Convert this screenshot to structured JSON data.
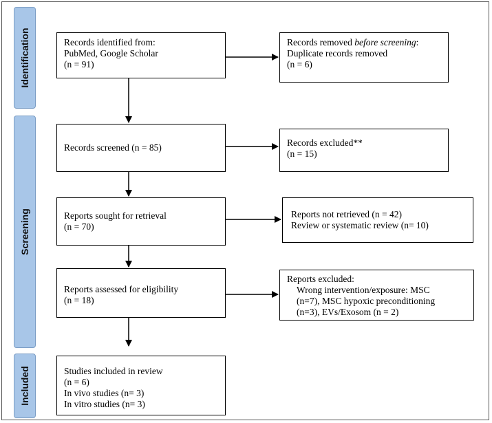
{
  "phases": {
    "identification": "Identification",
    "screening": "Screening",
    "included": "Included"
  },
  "boxes": {
    "records_identified": {
      "line1": "Records identified from:",
      "line2": "PubMed, Google Scholar",
      "line3": "(n = 91)"
    },
    "records_removed": {
      "line1_prefix": "Records removed ",
      "line1_italic": "before screening",
      "line1_suffix": ":",
      "line2": "Duplicate records removed",
      "line3": "(n = 6)"
    },
    "records_screened": {
      "line1": "Records screened (n = 85)"
    },
    "records_excluded": {
      "line1": "Records excluded**",
      "line2": "(n = 15)"
    },
    "reports_sought": {
      "line1": "Reports sought for retrieval",
      "line2": "(n = 70)"
    },
    "reports_not_retrieved": {
      "line1": "Reports not retrieved (n = 42)",
      "line2": "Review or systematic review (n= 10)"
    },
    "reports_assessed": {
      "line1": "Reports assessed for eligibility",
      "line2": "(n = 18)"
    },
    "reports_excluded": {
      "line1": "Reports excluded:",
      "line2": "Wrong intervention/exposure: MSC",
      "line3": "(n=7), MSC hypoxic preconditioning",
      "line4": "(n=3), EVs/Exosom (n = 2)"
    },
    "studies_included": {
      "line1": "Studies included in review",
      "line2": "(n = 6)",
      "line3": "In vivo studies (n= 3)",
      "line4": "In vitro studies (n= 3)"
    }
  }
}
